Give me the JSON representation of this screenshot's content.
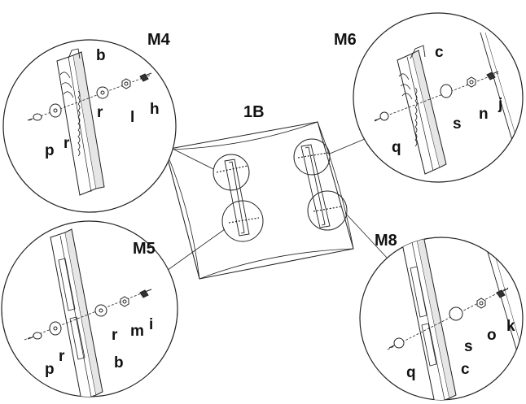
{
  "center": {
    "label": "1B"
  },
  "callouts": {
    "top_left": {
      "size": "M4",
      "parts": {
        "bracket": "b",
        "washer_outer": "r",
        "washer_inner": "r",
        "spacer": "p",
        "nut": "l",
        "screw": "h"
      }
    },
    "top_right": {
      "size": "M6",
      "parts": {
        "bracket": "c",
        "washer": "s",
        "spacer": "q",
        "nut": "n",
        "screw": "j"
      }
    },
    "bottom_left": {
      "size": "M5",
      "parts": {
        "bracket": "b",
        "washer_outer": "r",
        "washer_inner": "r",
        "spacer": "p",
        "nut": "m",
        "screw": "i"
      }
    },
    "bottom_right": {
      "size": "M8",
      "parts": {
        "bracket": "c",
        "washer": "s",
        "spacer": "q",
        "nut": "o",
        "screw": "k"
      }
    }
  },
  "colors": {
    "line": "#222222",
    "fill": "#ffffff",
    "shade": "#e6e6e6"
  }
}
